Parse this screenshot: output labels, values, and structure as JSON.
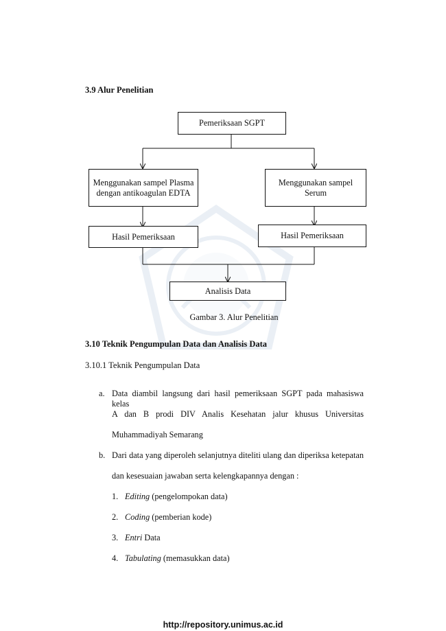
{
  "section_heading": "3.9 Alur Penelitian",
  "diagram": {
    "top_node": "Pemeriksaan SGPT",
    "left_branch": {
      "node": "Menggunakan sampel Plasma dengan antikoagulan EDTA",
      "result": "Hasil Pemeriksaan"
    },
    "right_branch": {
      "node": "Menggunakan sampel Serum",
      "result": "Hasil Pemeriksaan"
    },
    "bottom_node": "Analisis Data",
    "caption": "Gambar 3. Alur Penelitian"
  },
  "section2_heading": "3.10 Teknik Pengumpulan Data dan Analisis Data",
  "subsection_heading": "3.10.1 Teknik Pengumpulan Data",
  "list": {
    "a": {
      "marker": "a.",
      "line1": "Data diambil langsung dari hasil pemeriksaan SGPT pada mahasiswa kelas",
      "line2": "A dan B prodi DIV Analis Kesehatan jalur khusus Universitas",
      "line3": "Muhammadiyah Semarang"
    },
    "b": {
      "marker": "b.",
      "line1": "Dari data yang diperoleh selanjutnya diteliti ulang dan diperiksa ketepatan",
      "line2": "dan kesesuaian jawaban serta kelengkapannya dengan :"
    },
    "numbered": [
      {
        "num": "1.",
        "term": "Editing",
        "rest": " (pengelompokan data)"
      },
      {
        "num": "2.",
        "term": "Coding",
        "rest": " (pemberian kode)"
      },
      {
        "num": "3.",
        "term": "Entri",
        "rest": " Data"
      },
      {
        "num": "4.",
        "term": "Tabulating",
        "rest": " (memasukkan data)"
      }
    ]
  },
  "footer_url": "http://repository.unimus.ac.id"
}
